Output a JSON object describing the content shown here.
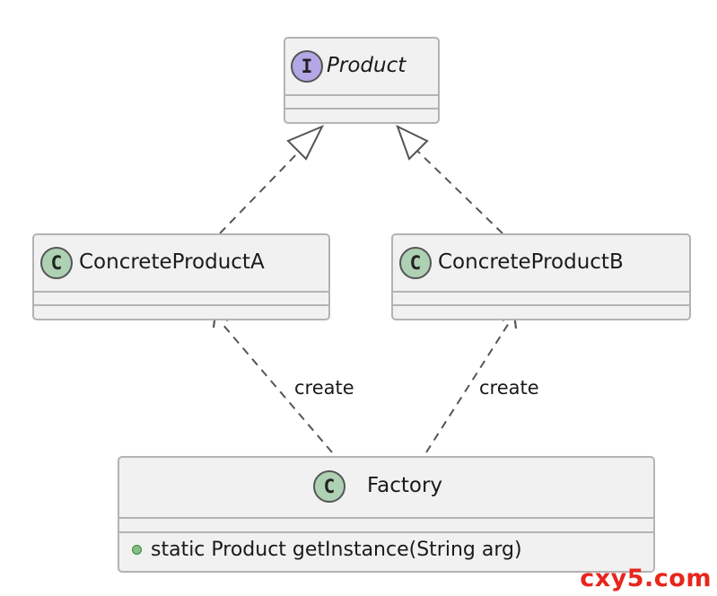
{
  "diagram": {
    "nodes": {
      "product": {
        "stereotype": "I",
        "name": "Product",
        "members": []
      },
      "concrete_a": {
        "stereotype": "C",
        "name": "ConcreteProductA",
        "members": []
      },
      "concrete_b": {
        "stereotype": "C",
        "name": "ConcreteProductB",
        "members": []
      },
      "factory": {
        "stereotype": "C",
        "name": "Factory",
        "members": [
          "static Product getInstance(String arg)"
        ]
      }
    },
    "edges": [
      {
        "from": "concrete_a",
        "to": "product",
        "kind": "realization",
        "label": ""
      },
      {
        "from": "concrete_b",
        "to": "product",
        "kind": "realization",
        "label": ""
      },
      {
        "from": "factory",
        "to": "concrete_a",
        "kind": "dependency",
        "label": "create"
      },
      {
        "from": "factory",
        "to": "concrete_b",
        "kind": "dependency",
        "label": "create"
      }
    ],
    "colors": {
      "class_fill": "#f1f1f1",
      "border": "#b3b3b3",
      "interface_badge": "#b4a7e5",
      "class_badge": "#add1b2",
      "public_marker": "#84be84",
      "edge": "#555555"
    }
  },
  "watermark": "cxy5.com"
}
